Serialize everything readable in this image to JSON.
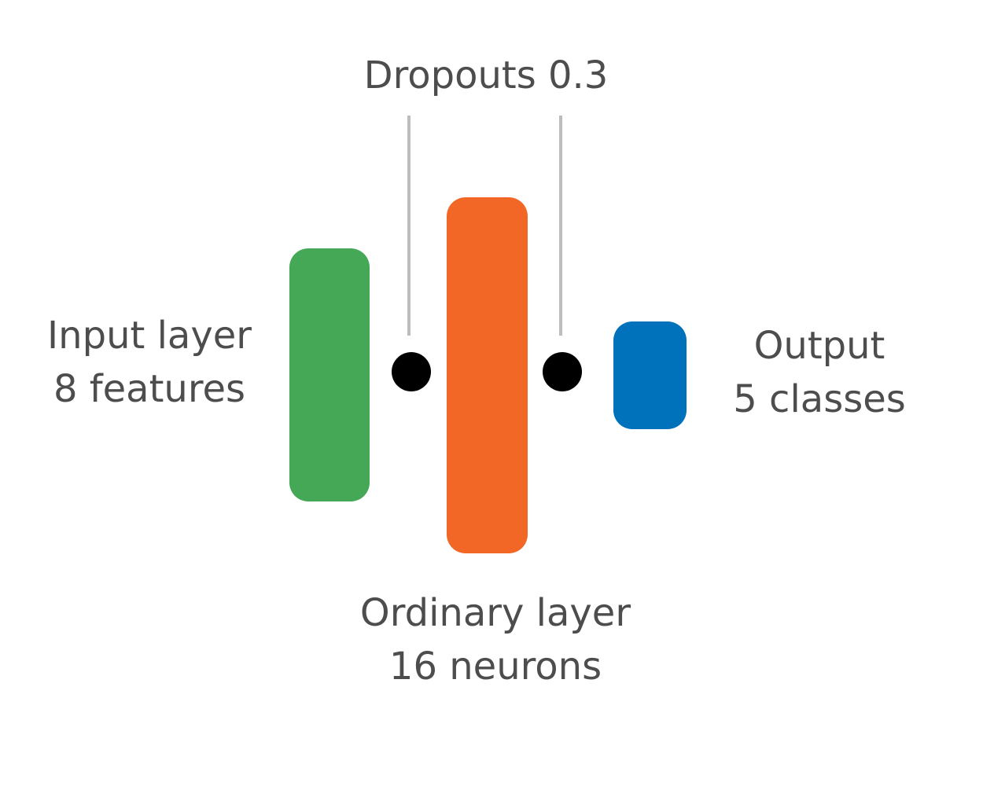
{
  "dropout": {
    "label": "Dropouts 0.3"
  },
  "input_layer": {
    "title": "Input layer",
    "detail": "8 features",
    "color": "#45a856"
  },
  "ordinary_layer": {
    "title": "Ordinary layer",
    "detail": "16 neurons",
    "color": "#f26726"
  },
  "output_layer": {
    "title": "Output",
    "detail": "5 classes",
    "color": "#0071bb"
  },
  "colors": {
    "text": "#4d4d4d",
    "connector_line": "#bdbdbd",
    "dropout_dot": "#000000"
  }
}
